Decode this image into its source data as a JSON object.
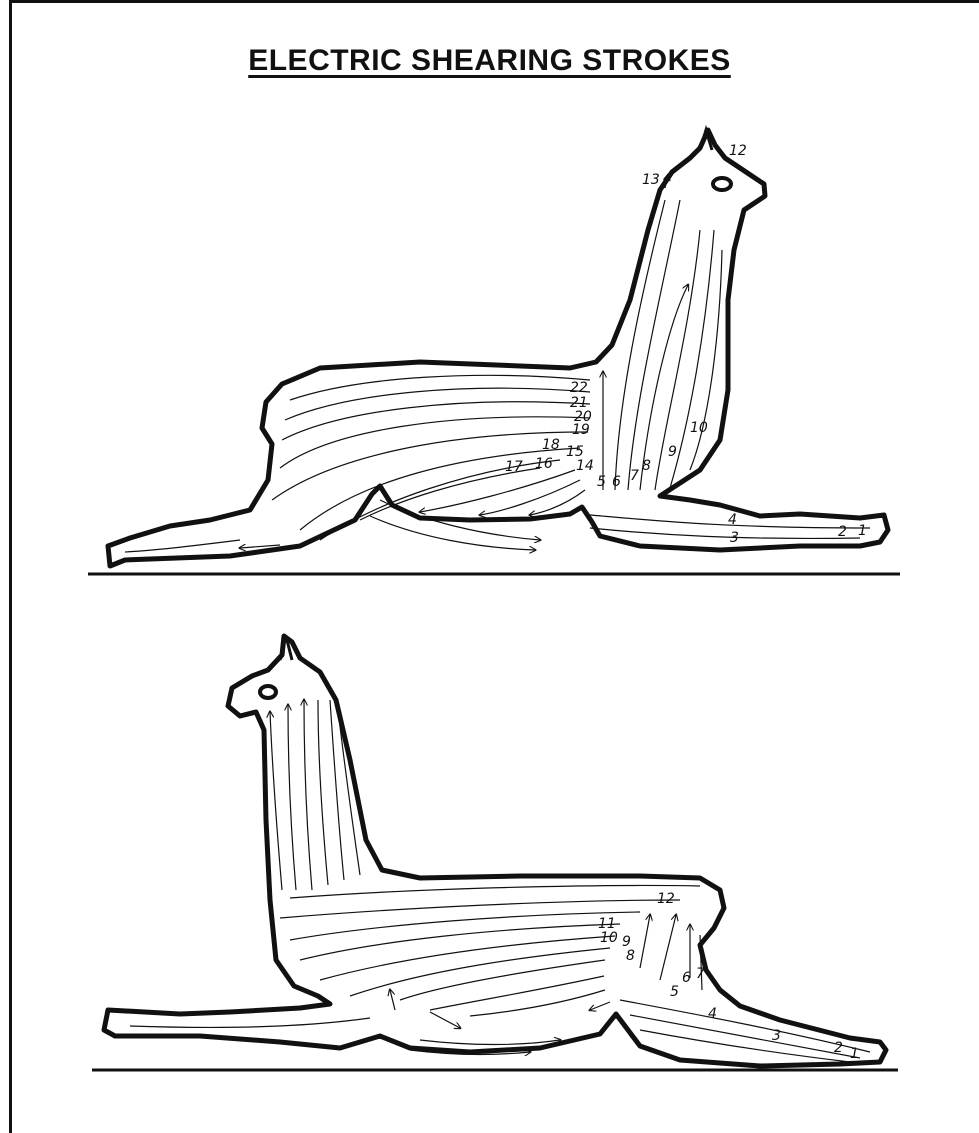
{
  "title": "ELECTRIC SHEARING STROKES",
  "top_figure": {
    "labels": [
      "22",
      "21",
      "20",
      "19",
      "18",
      "17",
      "16",
      "15",
      "14",
      "13",
      "12",
      "10",
      "9",
      "8",
      "7",
      "6",
      "5",
      "4",
      "3",
      "2",
      "1"
    ]
  },
  "bottom_figure": {
    "labels": [
      "12",
      "11",
      "10",
      "9",
      "8",
      "7",
      "6",
      "5",
      "4",
      "3",
      "2",
      "1"
    ]
  },
  "colors": {
    "ink": "#111111",
    "paper": "#ffffff"
  }
}
